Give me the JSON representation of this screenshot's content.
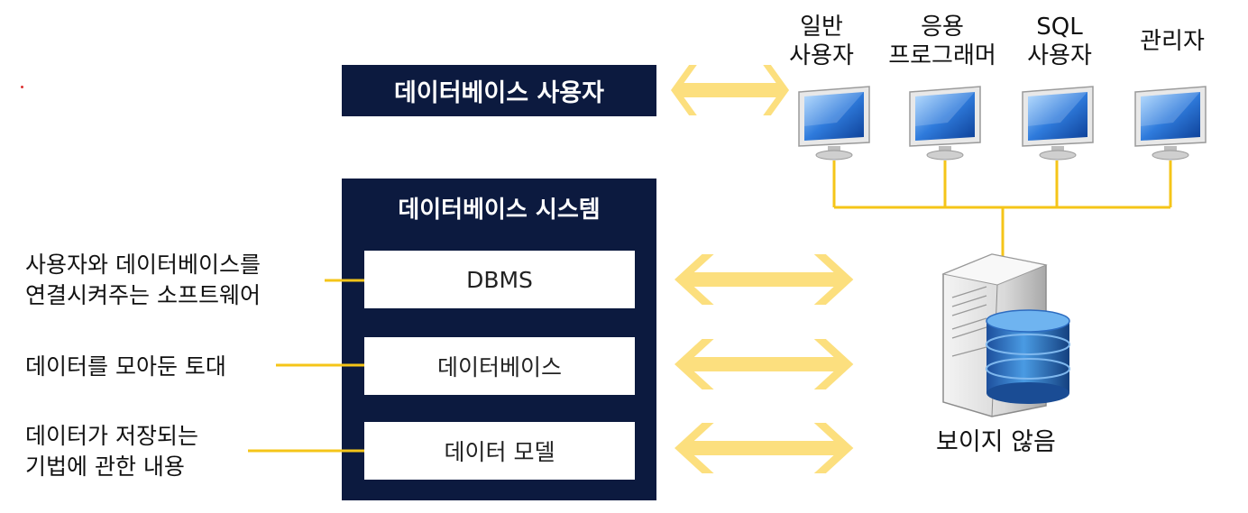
{
  "db_user_bar": "데이터베이스 사용자",
  "system_panel": {
    "title": "데이터베이스 시스템",
    "items": [
      "DBMS",
      "데이터베이스",
      "데이터 모델"
    ]
  },
  "left_labels": [
    [
      "사용자와 데이터베이스를",
      "연결시켜주는 소프트웨어"
    ],
    [
      "데이터를 모아둔 토대"
    ],
    [
      "데이터가 저장되는",
      "기법에 관한 내용"
    ]
  ],
  "user_types": [
    [
      "일반",
      "사용자"
    ],
    [
      "응용",
      "프로그래머"
    ],
    [
      "SQL",
      "사용자"
    ],
    [
      "관리자"
    ]
  ],
  "server_label": "보이지 않음",
  "colors": {
    "navy": "#0c1a3f",
    "yellow": "#f5c518",
    "arrow": "#fbd967"
  },
  "icons": [
    "monitor-icon",
    "server-database-icon",
    "double-arrow-icon"
  ]
}
